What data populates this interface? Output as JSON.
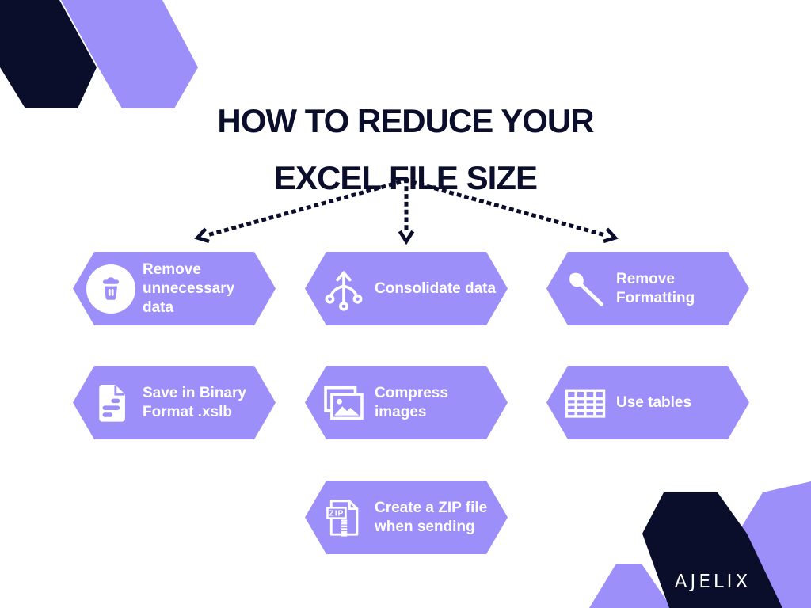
{
  "title": {
    "line1": "HOW TO REDUCE YOUR",
    "line2": "EXCEL FILE SIZE"
  },
  "badges": [
    {
      "label": "Remove unnecessary data",
      "icon": "trash-icon"
    },
    {
      "label": "Consolidate data",
      "icon": "merge-arrows-icon"
    },
    {
      "label": "Remove Formatting",
      "icon": "paintbrush-icon"
    },
    {
      "label": "Save in Binary Format .xslb",
      "icon": "binary-file-icon"
    },
    {
      "label": "Compress images",
      "icon": "images-icon"
    },
    {
      "label": "Use tables",
      "icon": "table-icon"
    },
    {
      "label": "Create a ZIP file when sending",
      "icon": "zip-file-icon"
    }
  ],
  "zip_icon_label": "ZIP",
  "logo": {
    "text": "AJELIX"
  },
  "colors": {
    "purple": "#9c8ffa",
    "navy": "#0a0e2b",
    "white": "#ffffff"
  }
}
